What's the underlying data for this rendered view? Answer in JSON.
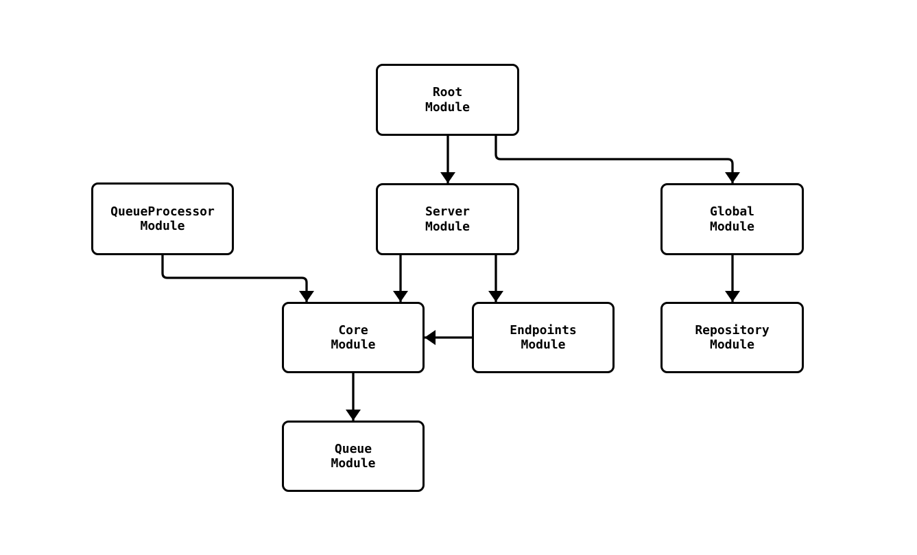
{
  "diagram": {
    "type": "module-dependency-flowchart",
    "colors": {
      "background": "#ffffff",
      "node_fill": "#ffffff",
      "node_stroke": "#000000",
      "edge_stroke": "#000000",
      "text": "#000000"
    },
    "nodes": {
      "root": {
        "line1": "Root",
        "line2": "Module"
      },
      "server": {
        "line1": "Server",
        "line2": "Module"
      },
      "queueprocessor": {
        "line1": "QueueProcessor",
        "line2": "Module"
      },
      "global": {
        "line1": "Global",
        "line2": "Module"
      },
      "core": {
        "line1": "Core",
        "line2": "Module"
      },
      "endpoints": {
        "line1": "Endpoints",
        "line2": "Module"
      },
      "repository": {
        "line1": "Repository",
        "line2": "Module"
      },
      "queue": {
        "line1": "Queue",
        "line2": "Module"
      }
    },
    "edges": [
      {
        "from": "Root Module",
        "to": "Server Module"
      },
      {
        "from": "Root Module",
        "to": "Global Module"
      },
      {
        "from": "QueueProcessor Module",
        "to": "Core Module"
      },
      {
        "from": "Server Module",
        "to": "Core Module"
      },
      {
        "from": "Server Module",
        "to": "Endpoints Module"
      },
      {
        "from": "Endpoints Module",
        "to": "Core Module"
      },
      {
        "from": "Global Module",
        "to": "Repository Module"
      },
      {
        "from": "Core Module",
        "to": "Queue Module"
      }
    ]
  }
}
